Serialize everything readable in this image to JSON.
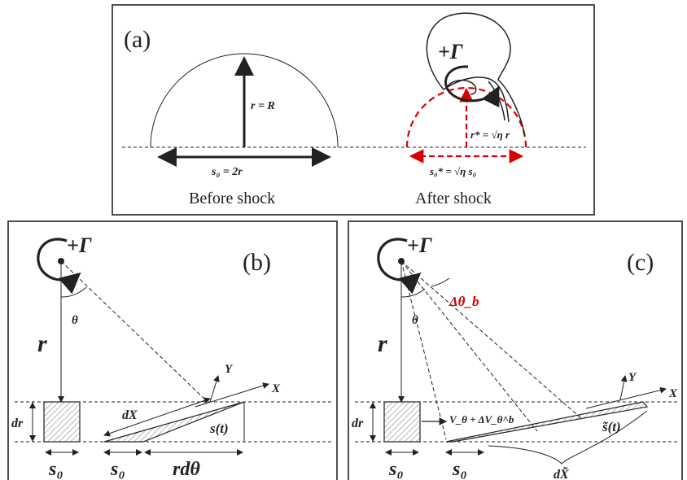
{
  "panel_a": {
    "tag": "(a)",
    "circulation": "+Γ",
    "radius_label": "r = R",
    "width_label": "s₀ = 2r",
    "radius_star_label": "r* = √η r",
    "width_star_label": "s₀* = √η s₀",
    "caption_before": "Before shock",
    "caption_after": "After shock"
  },
  "panel_b": {
    "tag": "(b)",
    "circulation": "+Γ",
    "theta": "θ",
    "r": "r",
    "dr": "dr",
    "dX": "dX",
    "s_t": "s(t)",
    "X": "X",
    "Y": "Y",
    "s0_left": "s₀",
    "s0_mid": "s₀",
    "rdtheta": "rdθ"
  },
  "panel_c": {
    "tag": "(c)",
    "circulation": "+Γ",
    "theta": "θ",
    "delta_theta": "Δθ_b",
    "r": "r",
    "dr": "dr",
    "velocity": "V_θ + ΔV_θ^b",
    "s_tilde": "s̃(t)",
    "dX_tilde": "dX̃",
    "X": "X",
    "Y": "Y",
    "s0_left": "s₀",
    "s0_mid": "s₀"
  },
  "colors": {
    "accent_red": "#d90000",
    "line": "#222222"
  }
}
